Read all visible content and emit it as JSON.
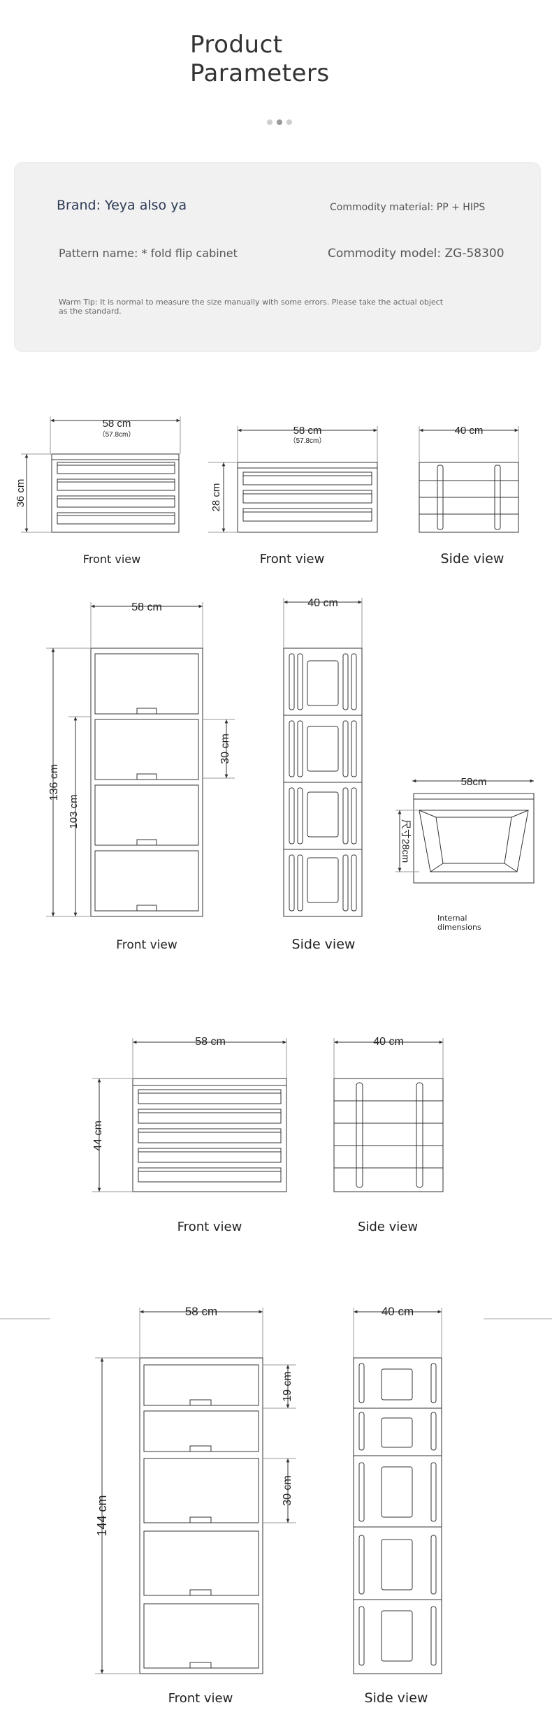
{
  "header": {
    "title_line1": "Product",
    "title_line2": "Parameters"
  },
  "params": {
    "brand": "Brand: Yeya also ya",
    "material": "Commodity material: PP + HIPS",
    "pattern": "Pattern name: * fold flip cabinet",
    "model": "Commodity model: ZG-58300",
    "tip": "Warm Tip: It is normal to measure the size manually with some errors. Please take the actual object as the standard."
  },
  "diagram1": {
    "front_a": {
      "width": "58 cm",
      "width_sub": "（57.8cm）",
      "height": "36 cm",
      "caption": "Front view"
    },
    "front_b": {
      "width": "58 cm",
      "width_sub": "（57.8cm）",
      "height": "28 cm",
      "caption": "Front view"
    },
    "side": {
      "width": "40 cm",
      "caption": "Side view"
    }
  },
  "diagram2": {
    "front": {
      "width": "58 cm",
      "height": "136 cm",
      "inner_height": "103 cm",
      "drawer_height": "30 cm",
      "caption": "Front view"
    },
    "side": {
      "width": "40 cm",
      "caption": "Side view"
    },
    "internal": {
      "width": "58cm",
      "height": "尺寸28cm",
      "note_line1": "Internal",
      "note_line2": "dimensions"
    }
  },
  "diagram3": {
    "front": {
      "width": "58 cm",
      "height": "44 cm",
      "caption": "Front view"
    },
    "side": {
      "width": "40 cm",
      "caption": "Side view"
    }
  },
  "diagram4": {
    "front": {
      "width": "58 cm",
      "height": "144 cm",
      "small_height": "19 cm",
      "drawer_height": "30 cm",
      "caption": "Front view"
    },
    "side": {
      "width": "40 cm",
      "caption": "Side view"
    }
  }
}
